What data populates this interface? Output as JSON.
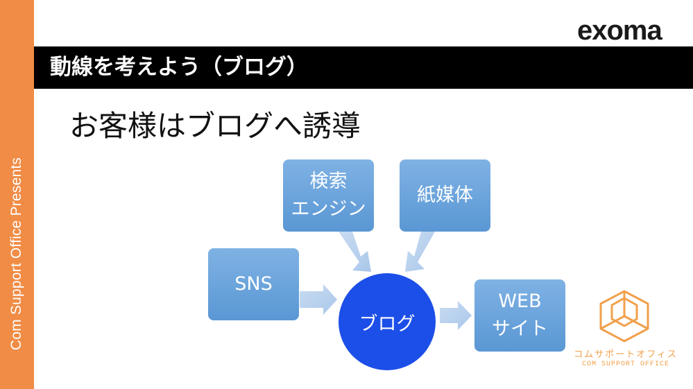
{
  "side_label": "Com Support Office Presents",
  "title": "動線を考えよう（ブログ）",
  "subtitle": "お客様はブログへ誘導",
  "logo_top": {
    "word": "exoma",
    "icon": "eye-icon"
  },
  "diagram": {
    "search_engine": [
      "検索",
      "エンジン"
    ],
    "paper_media": "紙媒体",
    "sns": "SNS",
    "blog": "ブログ",
    "website": [
      "WEB",
      "サイト"
    ]
  },
  "logo_bottom": {
    "jp": "コムサポートオフィス",
    "en": "COM SUPPORT OFFICE",
    "icon": "cube-logo-icon"
  },
  "colors": {
    "side_bar": "#f08c45",
    "title_bar": "#000000",
    "box_blue": "#6aa3dc",
    "circle_blue": "#1c4fe8",
    "arrow": "#b9d2ee",
    "logo_orange": "#f0a04a"
  }
}
